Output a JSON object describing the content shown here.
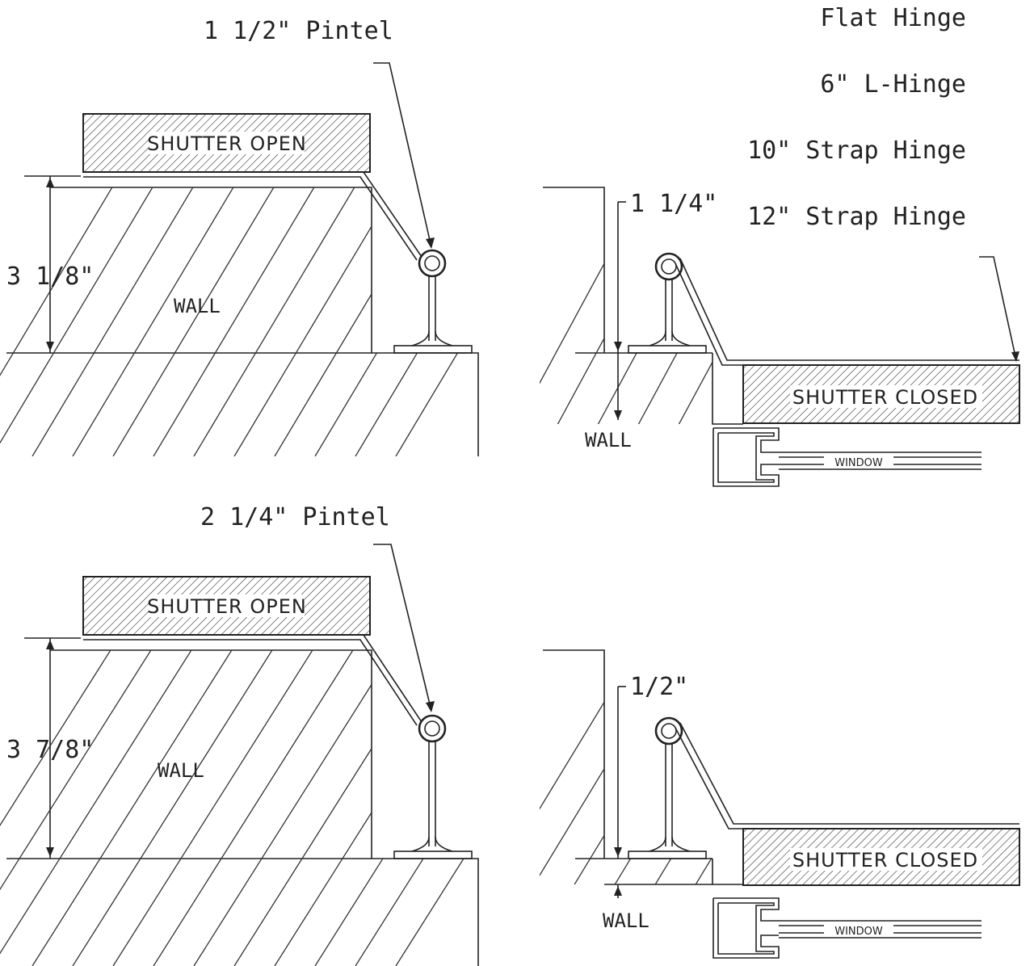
{
  "diagram": {
    "hinge_list": [
      "Flat Hinge",
      "6\" L-Hinge",
      "10\" Strap Hinge",
      "12\" Strap Hinge"
    ],
    "top": {
      "pintel_label": "1 1/2\" Pintel",
      "open_depth": "3 1/8\"",
      "closed_offset": "1 1/4\"",
      "wall_label_open": "WALL",
      "wall_label_closed": "WALL",
      "shutter_open": "SHUTTER OPEN",
      "shutter_closed": "SHUTTER CLOSED",
      "window": "WINDOW"
    },
    "bottom": {
      "pintel_label": "2 1/4\" Pintel",
      "open_depth": "3 7/8\"",
      "closed_offset": "1/2\"",
      "wall_label_open": "WALL",
      "wall_label_closed": "WALL",
      "shutter_open": "SHUTTER OPEN",
      "shutter_closed": "SHUTTER CLOSED",
      "window": "WINDOW"
    }
  }
}
